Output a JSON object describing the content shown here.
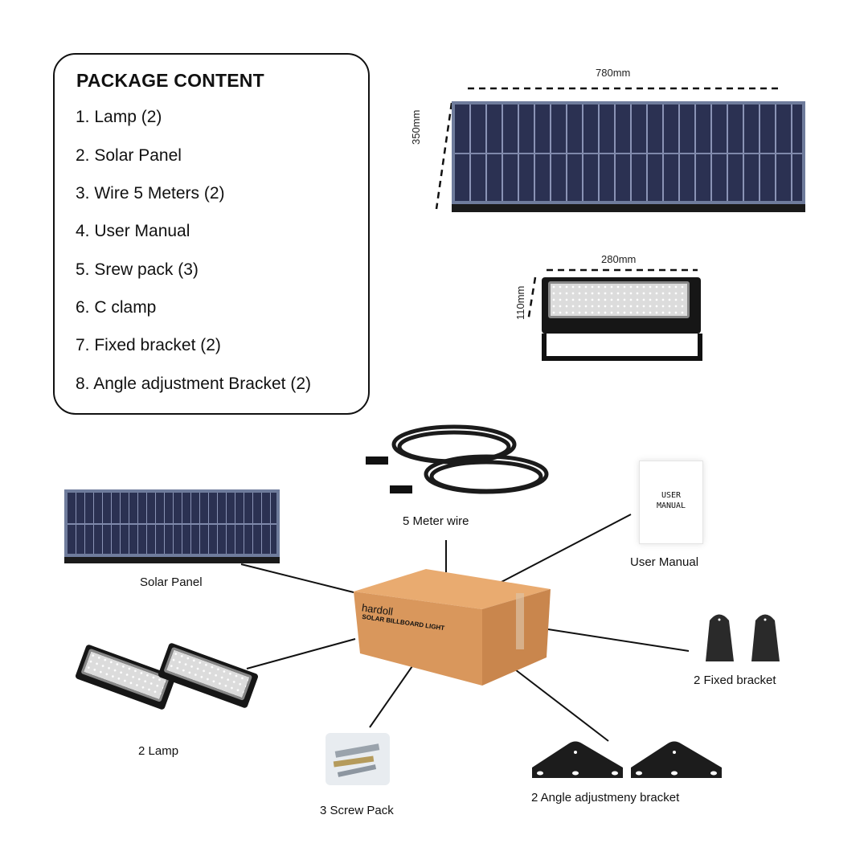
{
  "package_content": {
    "title": "PACKAGE CONTENT",
    "items": [
      "1. Lamp (2)",
      "2. Solar Panel",
      "3. Wire 5 Meters (2)",
      "4. User Manual",
      "5. Srew pack (3)",
      "6. C clamp",
      "7. Fixed bracket (2)",
      "8. Angle adjustment Bracket (2)"
    ]
  },
  "dimensions": {
    "panel_width": "780mm",
    "panel_height": "350mm",
    "lamp_width": "280mm",
    "lamp_height": "110mm"
  },
  "box": {
    "brand": "hardoll",
    "product": "SOLAR BILLBOARD LIGHT"
  },
  "manual": {
    "cover_line1": "USER",
    "cover_line2": "MANUAL"
  },
  "labels": {
    "wire": "5 Meter wire",
    "manual": "User Manual",
    "solar_panel": "Solar Panel",
    "fixed_bracket": "2 Fixed bracket",
    "lamp": "2 Lamp",
    "screw_pack": "3 Screw Pack",
    "angle_bracket": "2 Angle adjustmeny bracket"
  },
  "colors": {
    "panel": "#2d3556",
    "frame": "#6f7c9c",
    "cardboard": "#d9975c",
    "line": "#111111"
  }
}
